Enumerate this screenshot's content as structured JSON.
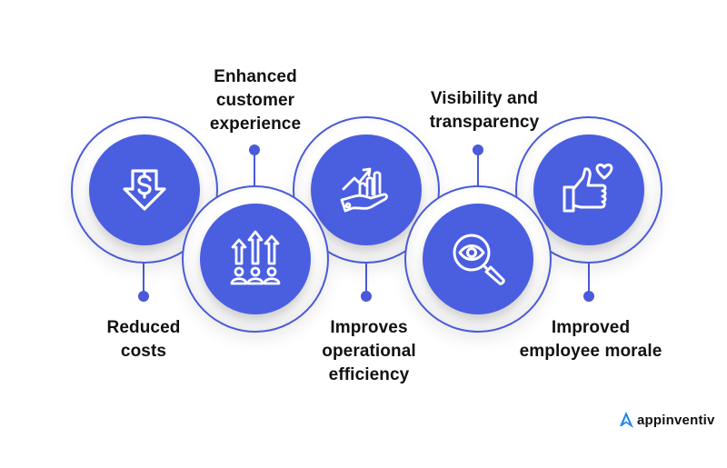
{
  "diagram": {
    "title": "",
    "accent_color": "#4a5ee0",
    "ring_color": "#4a5ad8",
    "text_color": "#111111",
    "items": [
      {
        "label_line1": "Reduced",
        "label_line2": "costs",
        "label_line3": "",
        "icon": "dollar-down-arrow-icon",
        "position": "top",
        "label_side": "below"
      },
      {
        "label_line1": "Enhanced",
        "label_line2": "customer",
        "label_line3": "experience",
        "icon": "people-growth-arrows-icon",
        "position": "bottom",
        "label_side": "above"
      },
      {
        "label_line1": "Improves",
        "label_line2": "operational",
        "label_line3": "efficiency",
        "icon": "hand-growth-chart-icon",
        "position": "top",
        "label_side": "below"
      },
      {
        "label_line1": "Visibility and",
        "label_line2": "transparency",
        "label_line3": "",
        "icon": "magnifier-eye-icon",
        "position": "bottom",
        "label_side": "above"
      },
      {
        "label_line1": "Improved",
        "label_line2": "employee morale",
        "label_line3": "",
        "icon": "thumbs-up-heart-icon",
        "position": "top",
        "label_side": "below"
      }
    ]
  },
  "brand": {
    "name": "appinventiv",
    "logo_color": "#1e88f0"
  }
}
